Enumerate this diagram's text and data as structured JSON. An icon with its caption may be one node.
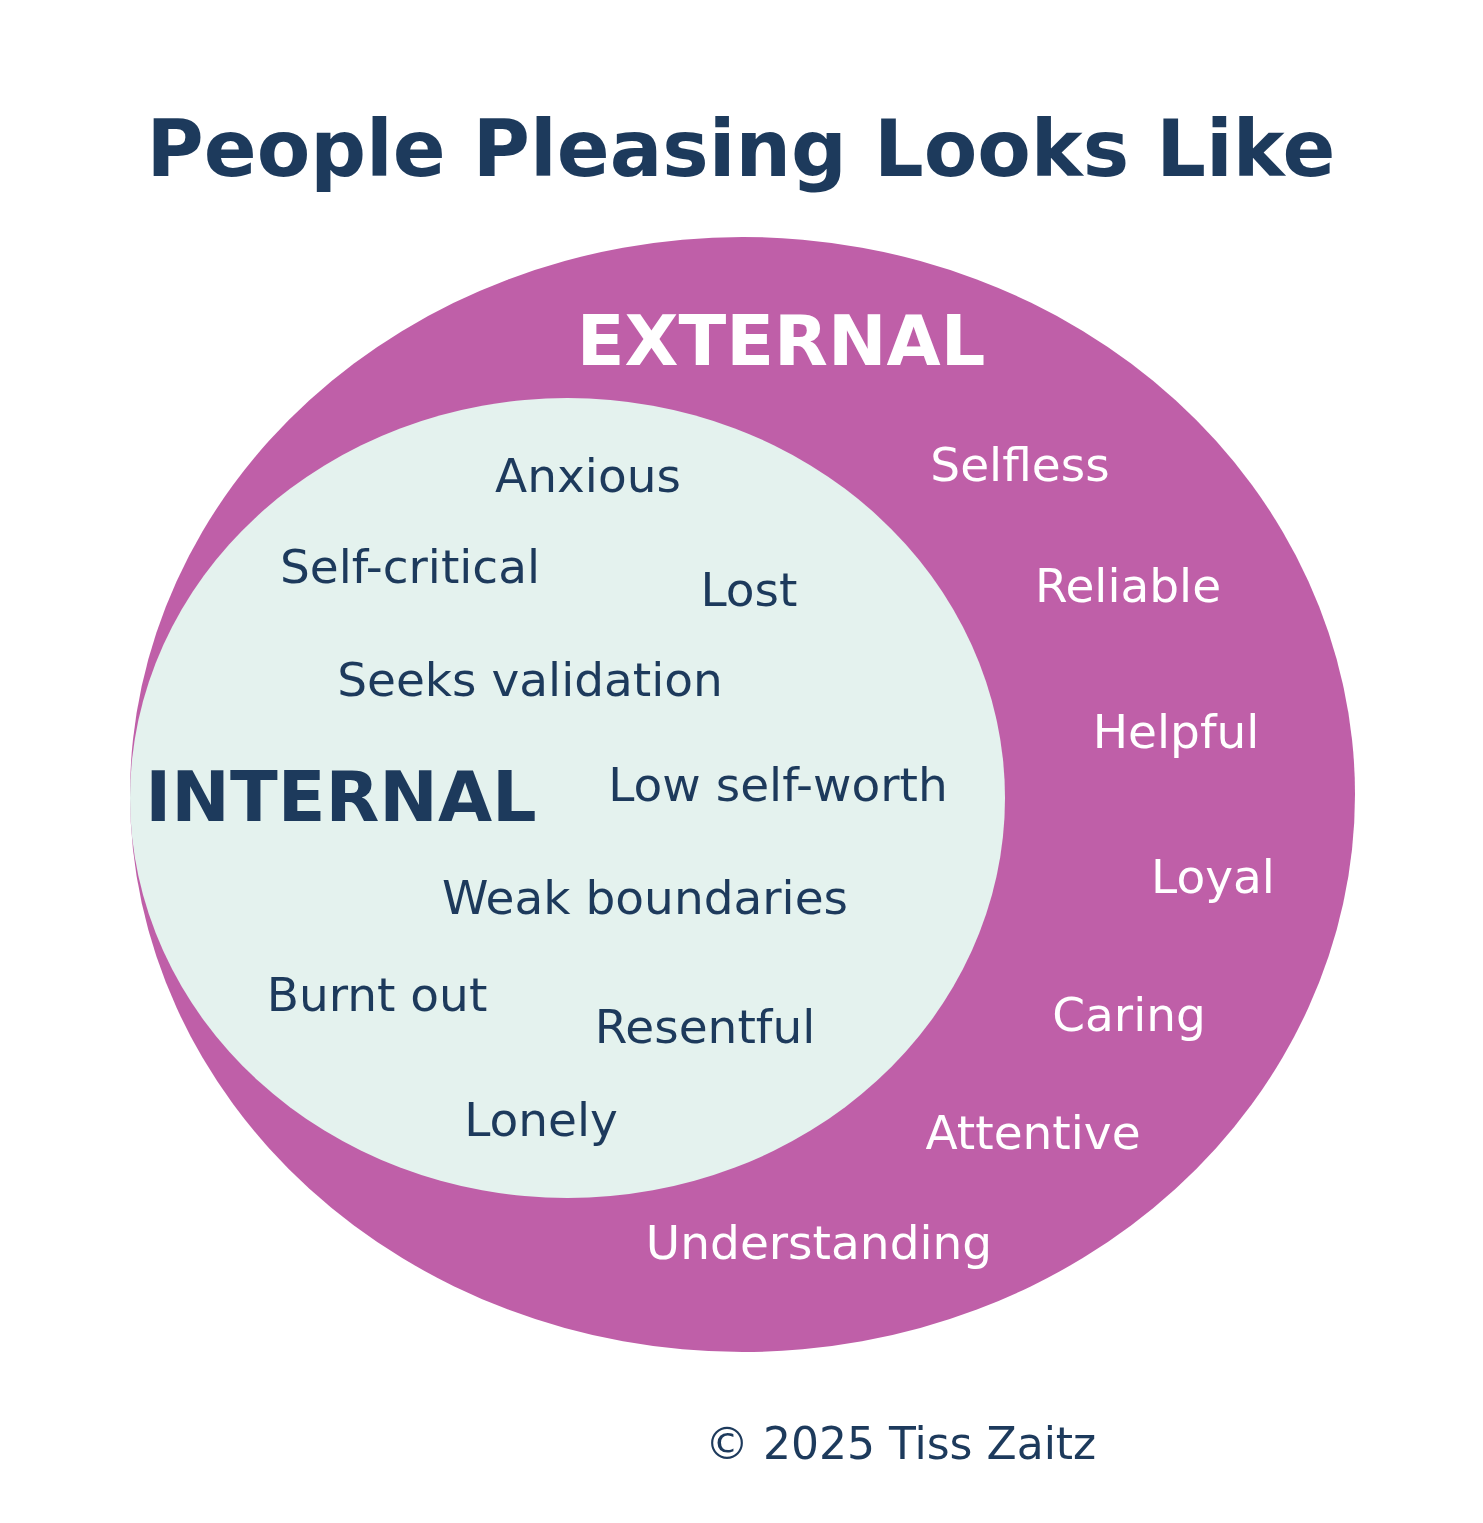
{
  "diagram": {
    "title": "People Pleasing Looks Like",
    "nodes": [
      {
        "text": [
          "EXTERNAL",
          "Selfless",
          "Reliable",
          "Helpful",
          "Loyal",
          "Caring",
          "Attentive",
          "Understanding"
        ]
      },
      {
        "text": [
          "Anxious",
          "Self-critical",
          "Lost",
          "Seeks validation",
          "INTERNAL",
          "Low self-worth",
          "Weak boundaries",
          "Burnt out",
          "Resentful",
          "Lonely"
        ],
        "in": 0
      }
    ],
    "labels": [
      "© 2025 Tiss Zaitz"
    ]
  }
}
